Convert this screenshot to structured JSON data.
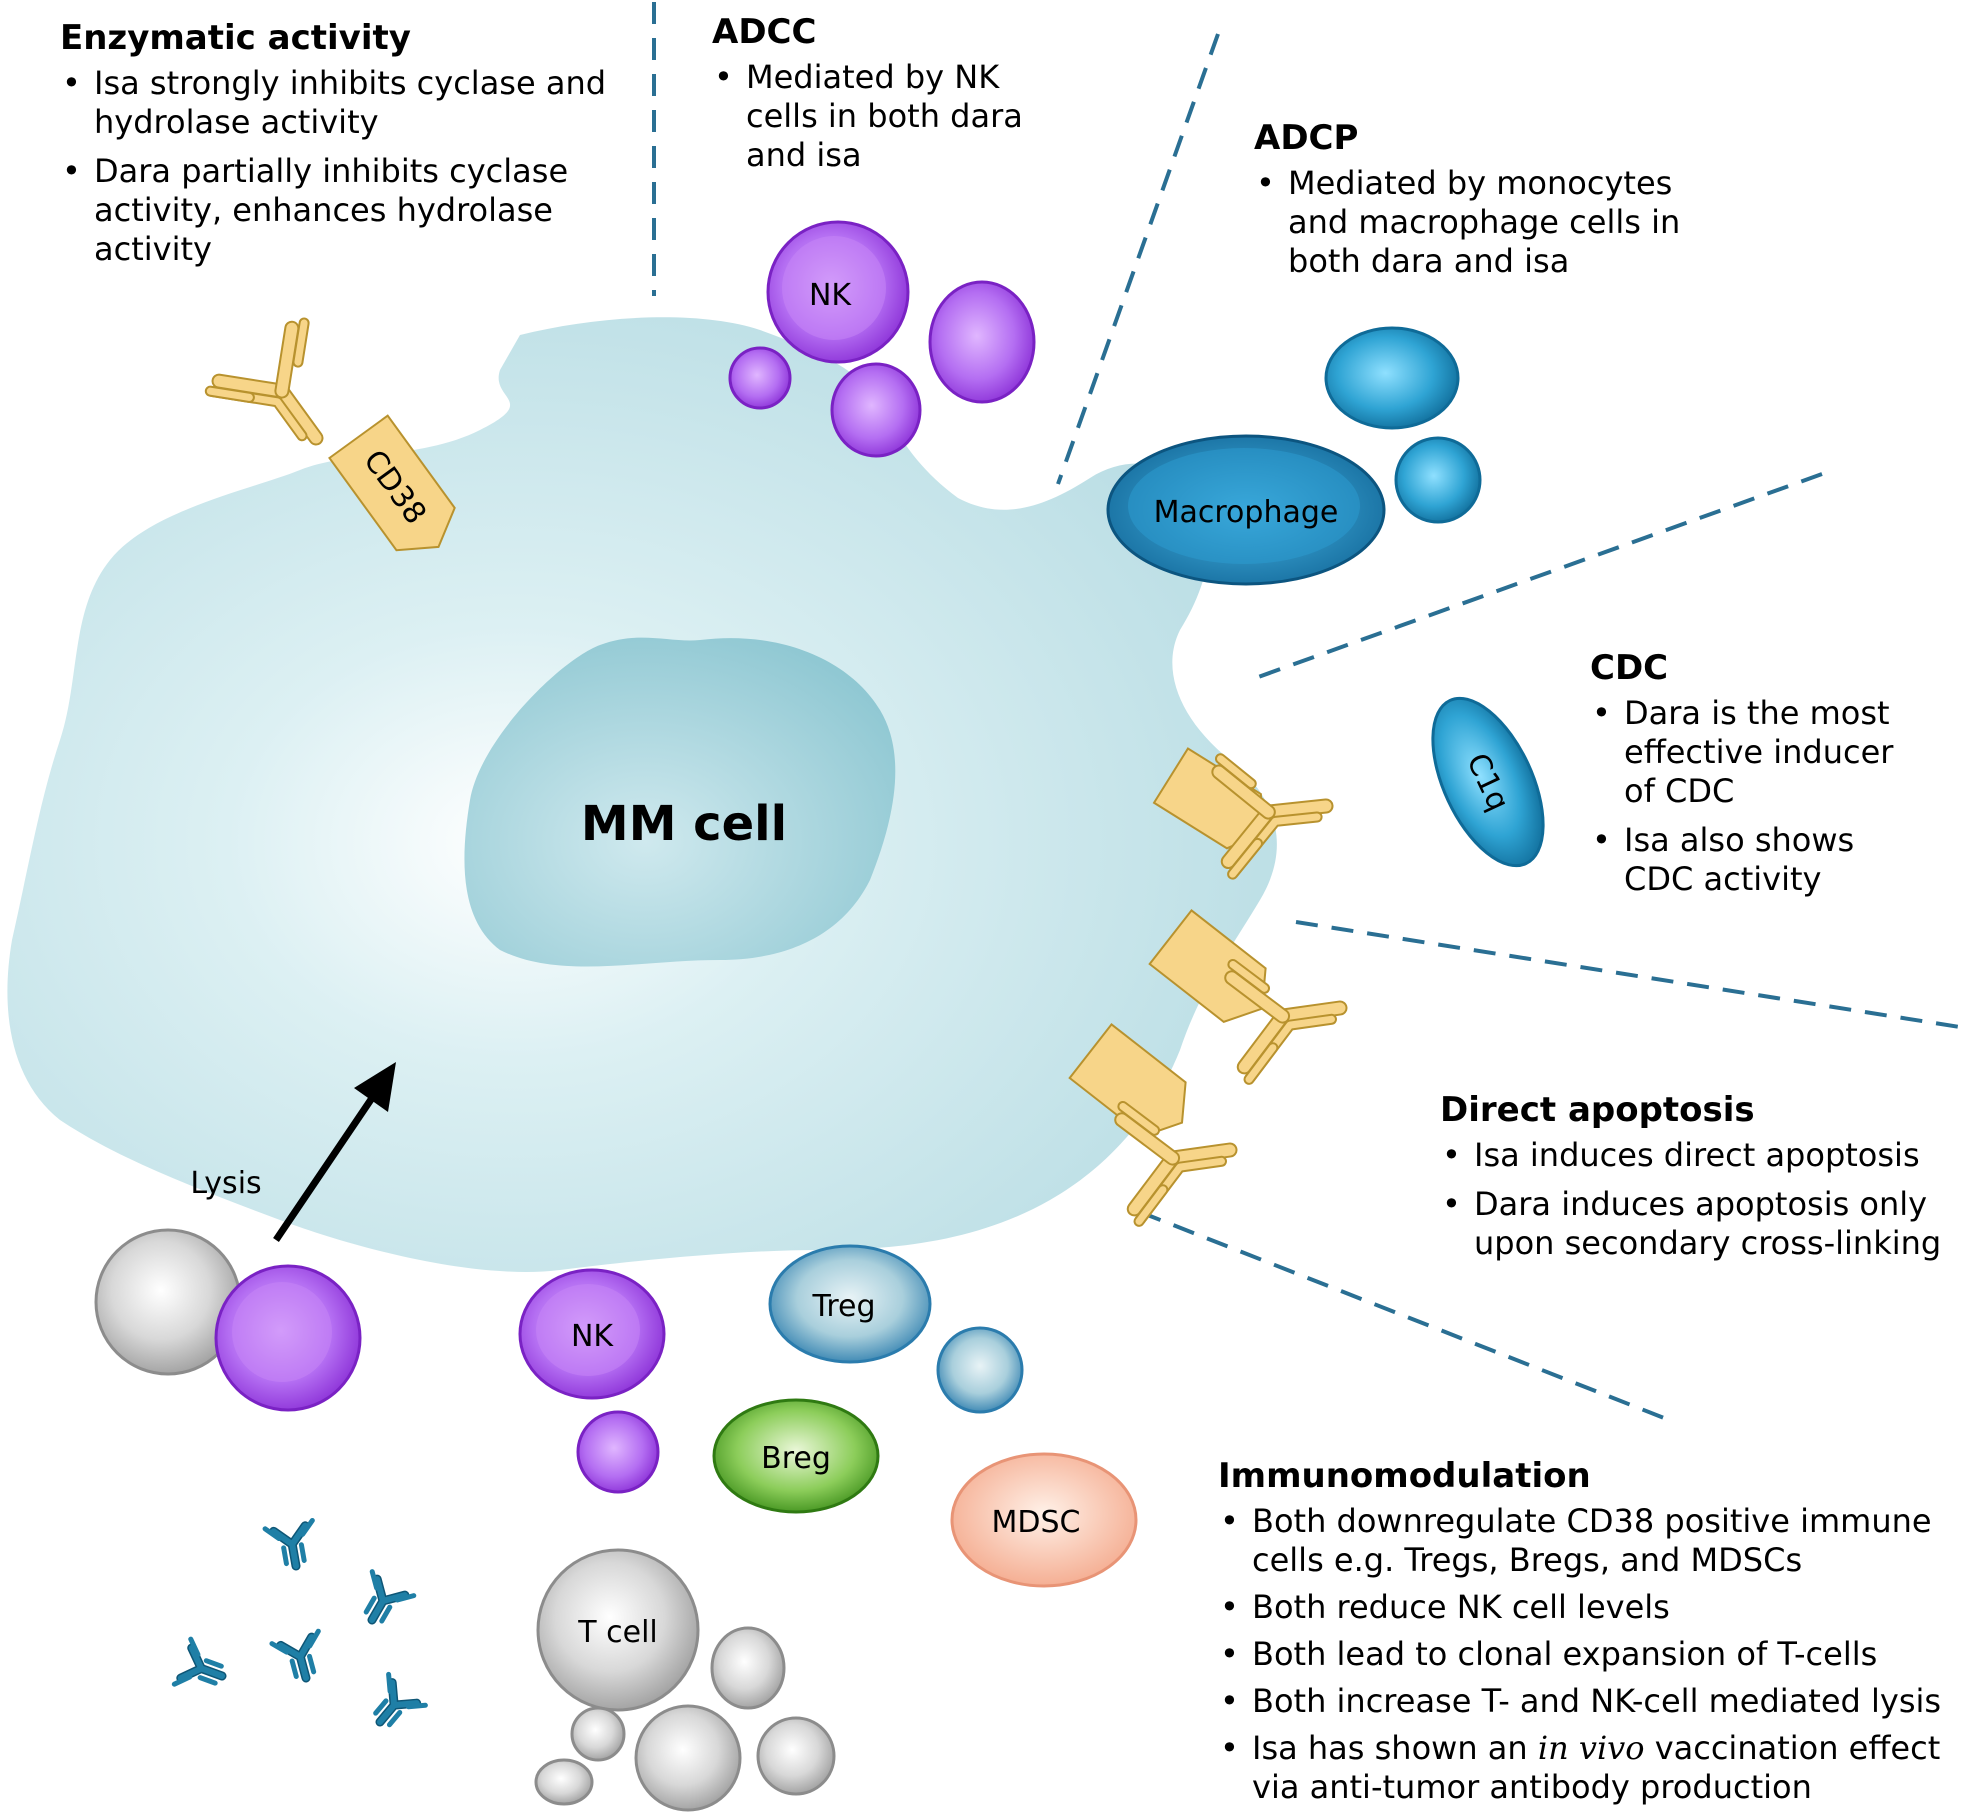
{
  "cell_labels": {
    "mm_cell": "MM cell",
    "cd38": "CD38",
    "nk_top": "NK",
    "nk_bottom": "NK",
    "macrophage": "Macrophage",
    "c1q": "C1q",
    "treg": "Treg",
    "breg": "Breg",
    "mdsc": "MDSC",
    "t_cell": "T cell",
    "lysis": "Lysis"
  },
  "sections": {
    "enzymatic": {
      "title": "Enzymatic activity",
      "bullets": [
        "Isa strongly inhibits cyclase and hydrolase activity",
        "Dara partially inhibits cyclase activity, enhances hydrolase activity"
      ]
    },
    "adcc": {
      "title": "ADCC",
      "bullets": [
        "Mediated by NK cells in both dara and isa"
      ]
    },
    "adcp": {
      "title": "ADCP",
      "bullets": [
        "Mediated by monocytes and macrophage cells in both dara and isa"
      ]
    },
    "cdc": {
      "title": "CDC",
      "bullets": [
        "Dara is the most effective inducer of CDC",
        "Isa also shows CDC activity"
      ]
    },
    "apoptosis": {
      "title": "Direct apoptosis",
      "bullets": [
        "Isa induces direct apoptosis",
        "Dara induces apoptosis only upon secondary cross-linking"
      ]
    },
    "immuno": {
      "title": "Immunomodulation",
      "bullets": [
        "Both downregulate CD38 positive immune cells e.g. Tregs, Bregs, and MDSCs",
        "Both reduce NK cell levels",
        "Both lead to clonal expansion of T-cells",
        "Both increase T- and NK-cell mediated lysis"
      ],
      "last_bullet": {
        "prefix": "Isa has shown an ",
        "italic": "in vivo",
        "suffix": " vaccination effect via anti-tumor antibody production"
      }
    }
  },
  "colors": {
    "mm_cell_fill": "#b9dde4",
    "nucleus_fill": "#8ec7d2",
    "antibody_yellow": "#f7d589",
    "nk_purple": "#9b3ee0",
    "macrophage_blue": "#1e86b8",
    "breg_green": "#3e9a1e",
    "mdsc_salmon": "#f6b39a",
    "tcell_gray": "#b8b8b8",
    "divider_blue": "#2a6f93",
    "free_antibody_blue": "#1f7fa6"
  }
}
